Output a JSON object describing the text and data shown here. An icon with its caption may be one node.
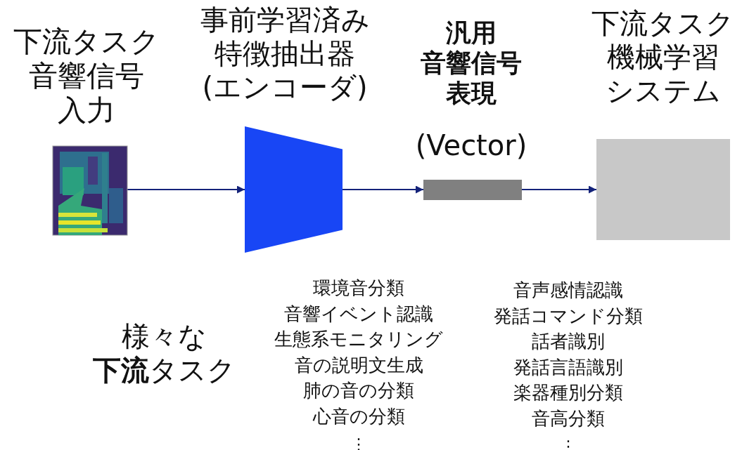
{
  "diagram": {
    "nodes": [
      {
        "text": [
          "下流タスク音響信号入力"
        ]
      },
      {
        "text": [
          "事前学習済み特徴抽出器(エンコーダ)"
        ]
      },
      {
        "text": [
          "汎用音響信号表現",
          "(Vector)"
        ]
      },
      {
        "text": [
          "下流タスク機械学習システム"
        ]
      }
    ],
    "edges": [
      {
        "from": 0,
        "to": 1,
        "arrow": "to"
      },
      {
        "from": 1,
        "to": 2,
        "arrow": "to"
      },
      {
        "from": 2,
        "to": 3,
        "arrow": "to"
      }
    ],
    "labels": [
      "様々な**下流**タスク",
      "環境音分類",
      "音響イベント認識",
      "生態系モニタリング",
      "音の説明文生成",
      "肺の音の分類",
      "心音の分類",
      "⋮",
      "音声感情認識",
      "発話コマンド分類",
      "話者識別",
      "発話言語識別",
      "楽器種別分類",
      "音高分類",
      "⋮"
    ]
  }
}
